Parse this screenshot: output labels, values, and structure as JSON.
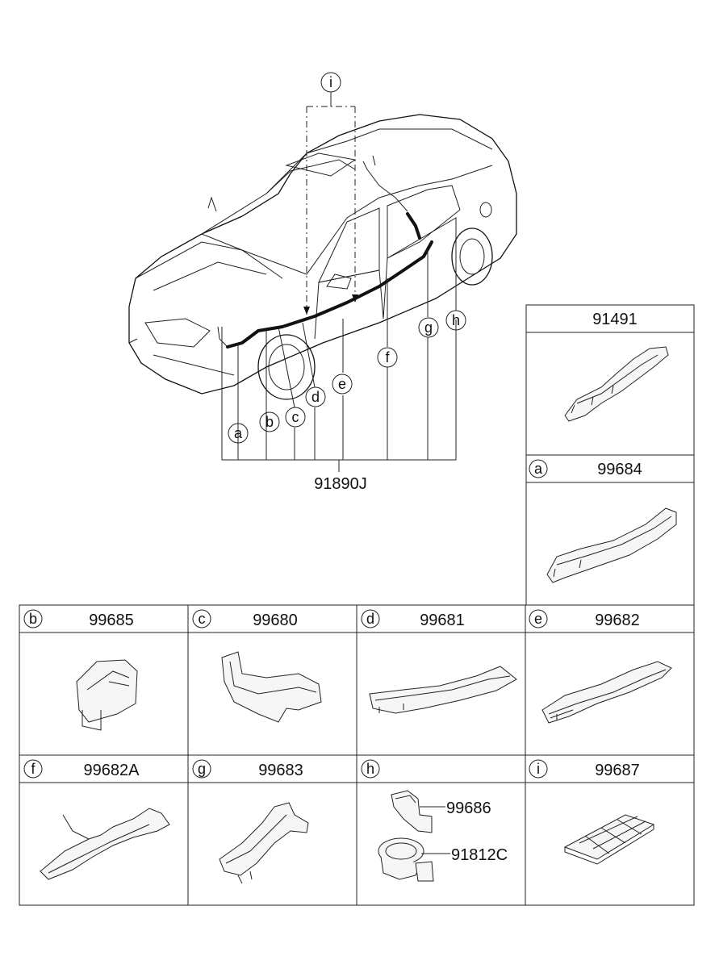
{
  "main_diagram": {
    "assembly_part": "91890J",
    "callout_i": "i",
    "callouts": [
      "a",
      "b",
      "c",
      "d",
      "e",
      "f",
      "g",
      "h"
    ]
  },
  "panels": {
    "p91491": {
      "part": "91491"
    },
    "pa": {
      "letter": "a",
      "part": "99684"
    },
    "pb": {
      "letter": "b",
      "part": "99685"
    },
    "pc": {
      "letter": "c",
      "part": "99680"
    },
    "pd": {
      "letter": "d",
      "part": "99681"
    },
    "pe": {
      "letter": "e",
      "part": "99682"
    },
    "pf": {
      "letter": "f",
      "part": "99682A"
    },
    "pg": {
      "letter": "g",
      "part": "99683"
    },
    "ph": {
      "letter": "h",
      "sub_parts": [
        "99686",
        "91812C"
      ]
    },
    "pi": {
      "letter": "i",
      "part": "99687"
    }
  }
}
